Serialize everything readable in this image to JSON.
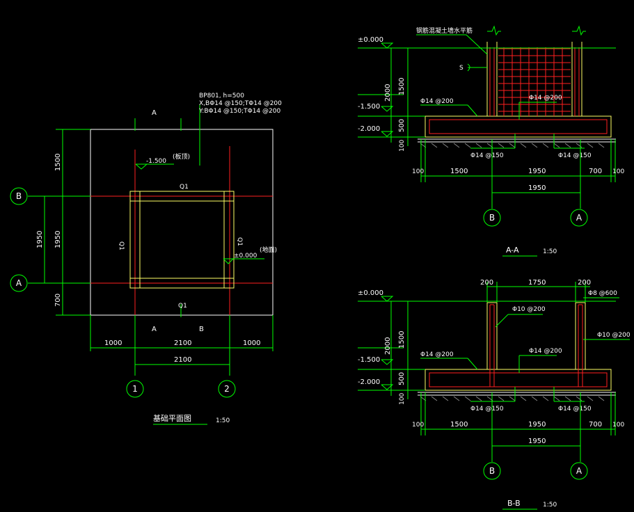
{
  "plan": {
    "section_mark_top_left": "A",
    "section_mark_bottom_left": "A",
    "section_mark_bottom_right": "B",
    "note_line1": "BP801, h=500",
    "note_line2": "X,BΦ14 @150;TΦ14 @200",
    "note_line3": "Y:BΦ14 @150;TΦ14 @200",
    "elev_top": "-1.500",
    "elev_top_note": "(板顶)",
    "elev_right": "±0.000",
    "elev_right_note": "(地面)",
    "dim_left_1": "1500",
    "dim_left_2": "1950",
    "dim_left_3": "700",
    "dim_far_left": "1950",
    "dim_bottom_1": "1000",
    "dim_bottom_2": "2100",
    "dim_bottom_3": "1000",
    "dim_bottom_axis": "2100",
    "axis_b": "B",
    "axis_a": "A",
    "axis_1": "1",
    "axis_2": "2",
    "wall_label_top": "Q1",
    "wall_label_bottom": "Q1",
    "wall_label_left": "Q1",
    "wall_label_right": "Q1",
    "title": "基础平面图",
    "scale": "1:50"
  },
  "section_aa": {
    "note_top": "钢筋混凝土墙水平筋",
    "label_s": "S",
    "elev_0": "±0.000",
    "elev_1": "-1.500",
    "elev_2": "-2.000",
    "dim_v_1500": "1500",
    "dim_v_2000": "2000",
    "dim_v_500": "500",
    "dim_v_100": "100",
    "rebar_left": "Φ14 @200",
    "rebar_mid": "Φ14 @200",
    "rebar_bottom_left": "Φ14 @150",
    "rebar_bottom_right": "Φ14 @150",
    "dim_100a": "100",
    "dim_1500": "1500",
    "dim_1950": "1950",
    "dim_700": "700",
    "dim_100b": "100",
    "dim_axis": "1950",
    "axis_b": "B",
    "axis_a": "A",
    "title": "A-A",
    "scale": "1:50"
  },
  "section_bb": {
    "dim_200a": "200",
    "dim_1750": "1750",
    "dim_200b": "200",
    "rebar_top_right": "Φ8 @600",
    "rebar_wall": "Φ10 @200",
    "rebar_right": "Φ10 @200",
    "elev_0": "±0.000",
    "elev_1": "-1.500",
    "elev_2": "-2.000",
    "dim_v_1500": "1500",
    "dim_v_2000": "2000",
    "dim_v_500": "500",
    "dim_v_100": "100",
    "rebar_left": "Φ14 @200",
    "rebar_mid": "Φ14 @200",
    "rebar_bottom_left": "Φ14 @150",
    "rebar_bottom_right": "Φ14 @150",
    "dim_100a": "100",
    "dim_1500": "1500",
    "dim_1950": "1950",
    "dim_700": "700",
    "dim_100b": "100",
    "dim_axis": "1950",
    "axis_b": "B",
    "axis_a": "A",
    "title": "B-B",
    "scale": "1:50"
  }
}
